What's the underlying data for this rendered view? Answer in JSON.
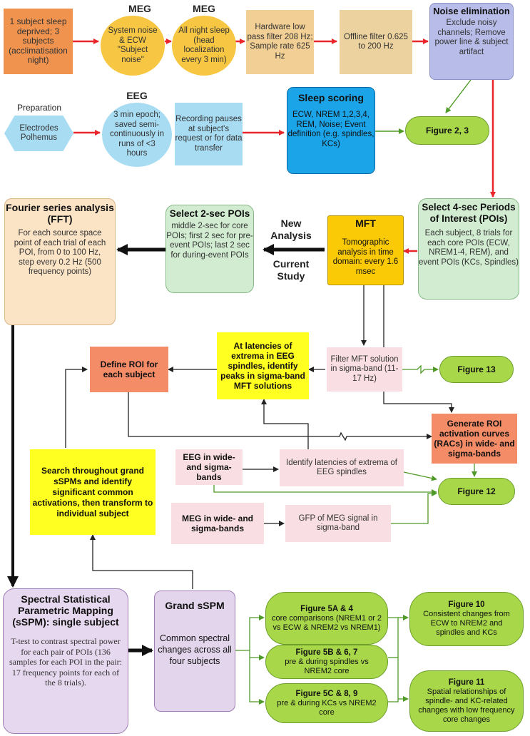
{
  "row1": {
    "subjects": "1 subject sleep deprived; 3 subjects (acclimatisation night)",
    "meg1_title": "MEG",
    "meg1_text": "System noise & ECW \"Subject noise\"",
    "meg2_title": "MEG",
    "meg2_text": "All night sleep (head localization every 3 min)",
    "hardware": "Hardware low pass filter 208 Hz; Sample rate 625 Hz",
    "offline": "Offline filter 0.625 to 200 Hz",
    "noise_title": "Noise elimination",
    "noise_text": "Exclude noisy channels; Remove power line & subject artifact"
  },
  "row2": {
    "prep_label": "Preparation",
    "electrodes": "Electrodes Polhemus",
    "eeg_title": "EEG",
    "eeg_text": "3 min epoch; saved semi-continuously in runs of <3 hours",
    "recording": "Recording pauses at subject's request or for data transfer",
    "sleep_title": "Sleep scoring",
    "sleep_text": "ECW, NREM 1,2,3,4, REM, Noise; Event definition (e.g. spindles, KCs)",
    "fig23": "Figure 2, 3"
  },
  "row3": {
    "fft_title": "Fourier series analysis (FFT)",
    "fft_text": "For each source space point of each trial of each POI, from 0 to 100 Hz, step every 0.2 Hz (500 frequency points)",
    "sel2_title": "Select 2-sec POIs",
    "sel2_text": "middle 2-sec for core POIs; first 2 sec for pre-event POIs; last 2 sec for during-event POIs",
    "new_analysis": "New Analysis",
    "current_study": "Current Study",
    "mft_title": "MFT",
    "mft_text": "Tomographic analysis in time domain: every 1.6 msec",
    "sel4_title": "Select 4-sec Periods of Interest (POIs)",
    "sel4_text": "Each subject, 8 trials for each core POIs (ECW, NREM1-4, REM), and event POIs (KCs, Spindles)"
  },
  "row4": {
    "roi_define": "Define ROI for each subject",
    "latencies": "At latencies of extrema in EEG spindles, identify peaks in sigma-band MFT solutions",
    "filter_mft": "Filter MFT solution in sigma-band (11-17 Hz)",
    "fig13": "Figure 13",
    "generate_roi": "Generate ROI activation curves (RACs) in wide- and sigma-bands"
  },
  "row5": {
    "search": "Search throughout grand sSPMs and identify significant common activations, then transform to individual subject",
    "eeg_wide": "EEG in wide-and sigma-bands",
    "identify_lat": "Identify latencies of extrema of EEG spindles",
    "fig12": "Figure 12",
    "meg_wide": "MEG in wide- and sigma-bands",
    "gfp": "GFP of MEG signal in sigma-band"
  },
  "row6": {
    "sspm_title": "Spectral Statistical Parametric Mapping (sSPM): single subject",
    "sspm_text": "T-test to contrast spectral power for each pair of POIs (136 samples for each POI in the pair: 17 frequency points for each of the 8 trials).",
    "grand_title": "Grand sSPM",
    "grand_text": "Common spectral changes across all four subjects",
    "fig5a_title": "Figure 5A & 4",
    "fig5a_text": "core comparisons (NREM1 or 2 vs ECW & NREM2 vs NREM1)",
    "fig5b_title": "Figure 5B & 6, 7",
    "fig5b_text": "pre & during spindles vs NREM2 core",
    "fig5c_title": "Figure 5C & 8, 9",
    "fig5c_text": "pre & during KCs vs NREM2 core",
    "fig10_title": "Figure 10",
    "fig10_text": "Consistent changes from ECW to NREM2 and spindles and KCs",
    "fig11_title": "Figure 11",
    "fig11_text": "Spatial relationships of spindle- and KC-related changes with low frequency core changes"
  }
}
